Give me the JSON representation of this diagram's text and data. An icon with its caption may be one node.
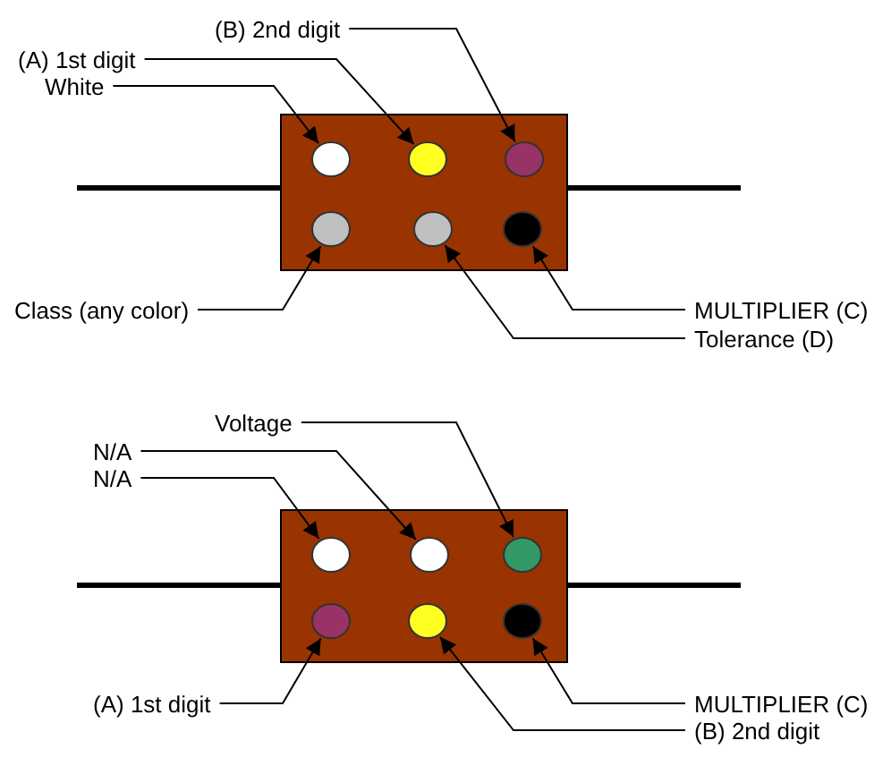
{
  "diagram": {
    "nodes": [
      {
        "text": [
          "(B) 2nd digit"
        ]
      },
      {
        "text": [
          "(A) 1st digit"
        ]
      },
      {
        "text": [
          "White"
        ]
      },
      {
        "text": [],
        "shape": "circle"
      },
      {
        "text": [],
        "shape": "circle"
      },
      {
        "text": [],
        "shape": "circle"
      },
      {
        "text": [],
        "shape": "circle"
      },
      {
        "text": [],
        "shape": "circle"
      },
      {
        "text": [],
        "shape": "circle"
      },
      {
        "text": [
          "Class (any color)"
        ]
      },
      {
        "text": [
          "MULTIPLIER (C)"
        ]
      },
      {
        "text": [
          "Tolerance (D)"
        ]
      },
      {
        "text": [
          "Voltage"
        ]
      },
      {
        "text": [
          "N/A"
        ]
      },
      {
        "text": [
          "N/A"
        ]
      },
      {
        "text": [],
        "shape": "circle"
      },
      {
        "text": [],
        "shape": "circle"
      },
      {
        "text": [],
        "shape": "circle"
      },
      {
        "text": [],
        "shape": "circle"
      },
      {
        "text": [],
        "shape": "circle"
      },
      {
        "text": [],
        "shape": "circle"
      },
      {
        "text": [
          "(A) 1st digit"
        ]
      },
      {
        "text": [
          "MULTIPLIER (C)"
        ]
      },
      {
        "text": [
          "(B) 2nd digit"
        ]
      }
    ],
    "edges": [
      {
        "from": 0,
        "to": 5,
        "arrow": "to"
      },
      {
        "from": 1,
        "to": 4,
        "arrow": "to"
      },
      {
        "from": 2,
        "to": 3,
        "arrow": "to"
      },
      {
        "from": 9,
        "to": 6,
        "arrow": "to"
      },
      {
        "from": 10,
        "to": 8,
        "arrow": "to"
      },
      {
        "from": 11,
        "to": 7,
        "arrow": "to"
      },
      {
        "from": 12,
        "to": 17,
        "arrow": "to"
      },
      {
        "from": 13,
        "to": 16,
        "arrow": "to"
      },
      {
        "from": 14,
        "to": 15,
        "arrow": "to"
      },
      {
        "from": 21,
        "to": 18,
        "arrow": "to"
      },
      {
        "from": 22,
        "to": 20,
        "arrow": "to"
      },
      {
        "from": 23,
        "to": 19,
        "arrow": "to"
      }
    ]
  }
}
